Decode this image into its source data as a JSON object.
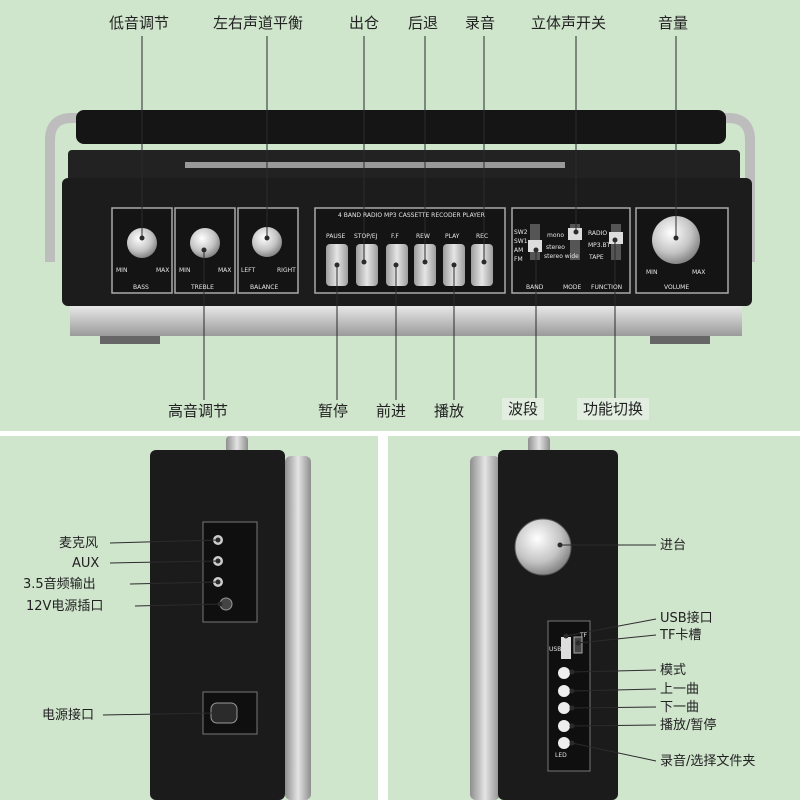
{
  "top_labels": {
    "bass": "低音调节",
    "balance": "左右声道平衡",
    "eject": "出仓",
    "rewind": "后退",
    "record": "录音",
    "stereo": "立体声开关",
    "volume": "音量",
    "treble": "高音调节",
    "pause": "暂停",
    "forward": "前进",
    "play": "播放",
    "band": "波段",
    "function": "功能切换"
  },
  "left_labels": {
    "mic": "麦克风",
    "aux": "AUX",
    "audio_out": "3.5音频输出",
    "dc_in": "12V电源插口",
    "power": "电源接口"
  },
  "right_labels": {
    "tray": "进台",
    "usb": "USB接口",
    "tf": "TF卡槽",
    "mode": "模式",
    "prev": "上一曲",
    "next": "下一曲",
    "play_pause": "播放/暂停",
    "rec_folder": "录音/选择文件夹"
  },
  "device_text": {
    "cassette_title": "4 BAND RADIO MP3 CASSETTE RECODER PLAYER",
    "bass": "BASS",
    "treble": "TREBLE",
    "balance": "BALANCE",
    "min": "MIN",
    "max": "MAX",
    "left": "LEFT",
    "right": "RIGHT",
    "pause": "PAUSE",
    "stop": "STOP/EJ",
    "ff": "F.F",
    "rew": "REW",
    "play": "PLAY",
    "rec": "REC",
    "sw2": "SW2",
    "sw1": "SW1",
    "am": "AM",
    "fm": "FM",
    "mono": "mono",
    "stereo": "stereo",
    "stereo_wide": "stereo wide",
    "radio": "RADIO",
    "mp3bt": "MP3.BT",
    "tape": "TAPE",
    "band": "BAND",
    "mode": "MODE",
    "function": "FUNCTION",
    "volume": "VOLUME",
    "usb": "USB",
    "tf": "TF",
    "led": "LED"
  },
  "colors": {
    "background": "#cfe5cc",
    "device_body": "#1c1c1c",
    "silver": "#c8c8c8"
  }
}
